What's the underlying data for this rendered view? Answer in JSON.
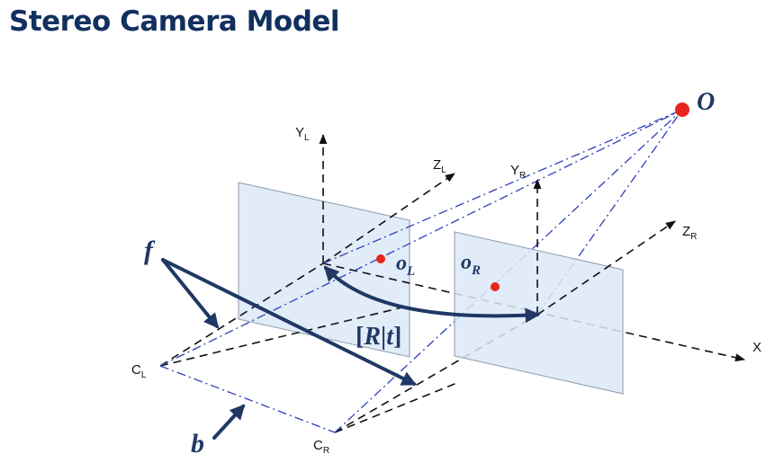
{
  "title": "Stereo Camera Model",
  "labels": {
    "yl": {
      "main": "Y",
      "sub": "L"
    },
    "zl": {
      "main": "Z",
      "sub": "L"
    },
    "yr": {
      "main": "Y",
      "sub": "R"
    },
    "zr": {
      "main": "Z",
      "sub": "R"
    },
    "x": "X",
    "cl": {
      "main": "C",
      "sub": "L"
    },
    "cr": {
      "main": "C",
      "sub": "R"
    },
    "o_point": "O",
    "ol": {
      "main": "o",
      "sub": "L"
    },
    "or": {
      "main": "o",
      "sub": "R"
    },
    "f": "f",
    "b": "b",
    "rt": {
      "open": "[",
      "r": "R",
      "bar": "|",
      "t": "t",
      "close": "]"
    }
  },
  "colors": {
    "title": "#12305f",
    "arrow": "#1f3864",
    "blue_line": "#2e3fb8",
    "plane_fill": "#dce9f7",
    "plane_stroke": "#8a9bb0",
    "red": "#e8251c"
  }
}
